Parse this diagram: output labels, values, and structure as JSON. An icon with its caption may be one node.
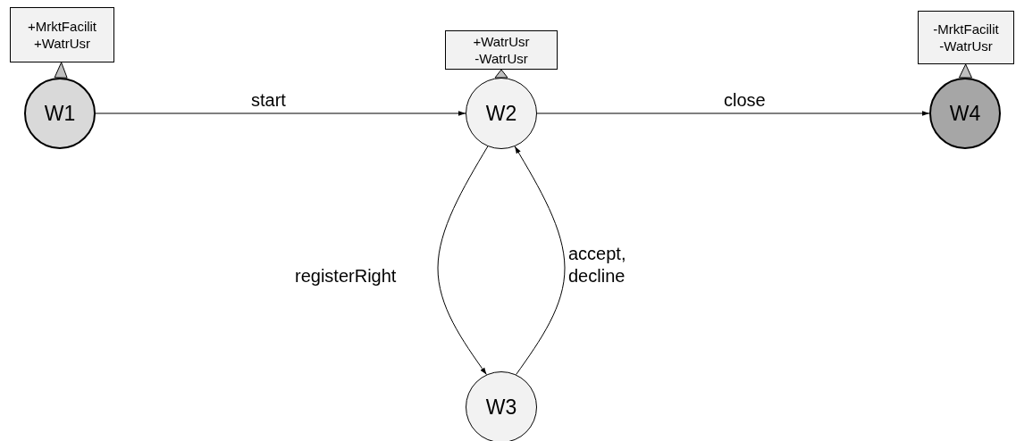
{
  "diagram": {
    "nodes": [
      {
        "text": [
          "+MrktFacilit +WatrUsr"
        ]
      },
      {
        "text": [
          "W1"
        ]
      },
      {
        "text": [
          "+WatrUsr -WatrUsr"
        ]
      },
      {
        "text": [
          "W2"
        ]
      },
      {
        "text": [
          "-MrktFacilit -WatrUsr"
        ]
      },
      {
        "text": [
          "W4"
        ]
      },
      {
        "text": [
          "W3"
        ]
      }
    ],
    "edges": [
      {
        "from": 1,
        "to": 3,
        "arrow": "to",
        "label": "start"
      },
      {
        "from": 3,
        "to": 5,
        "arrow": "to",
        "label": "close"
      },
      {
        "from": 3,
        "to": 6,
        "arrow": "to",
        "label": "registerRight"
      },
      {
        "from": 6,
        "to": 3,
        "arrow": "to",
        "label": "accept, decline"
      },
      {
        "from": 1,
        "to": 0,
        "arrow": "to"
      },
      {
        "from": 3,
        "to": 2,
        "arrow": "to"
      },
      {
        "from": 5,
        "to": 4,
        "arrow": "to"
      }
    ]
  }
}
